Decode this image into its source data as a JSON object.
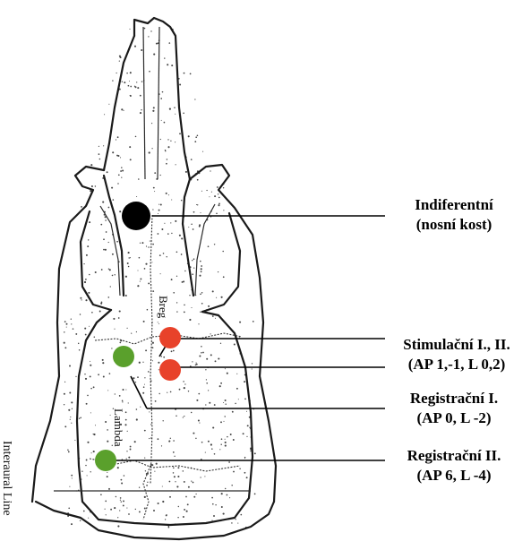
{
  "labels": {
    "indiferentni": {
      "line1": "Indiferentní",
      "line2": "(nosní kost)"
    },
    "stimulacni": {
      "line1": "Stimulační I., II.",
      "line2": "(AP 1,-1, L 0,2)"
    },
    "registracni1": {
      "line1": "Registrační I.",
      "line2": "(AP 0, L -2)"
    },
    "registracni2": {
      "line1": "Registrační II.",
      "line2": "(AP 6, L -4)"
    }
  },
  "skull_text": {
    "bregma": "Breg",
    "lambda": "Lambda",
    "interaural": "Interaural Line"
  },
  "colors": {
    "indifferent": "#000000",
    "stimulation": "#e8422a",
    "recording": "#5aa02c"
  }
}
